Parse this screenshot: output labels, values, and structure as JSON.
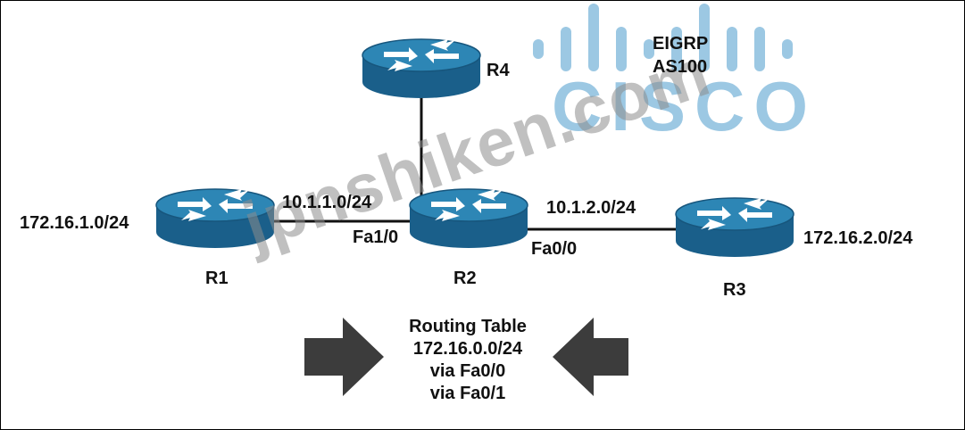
{
  "logo": {
    "text": "CISCO",
    "color": "#9cc8e3"
  },
  "watermark": "jpnshiken.com",
  "eigrp": {
    "line1": "EIGRP",
    "line2": "AS100"
  },
  "routers": [
    {
      "id": "r1",
      "name": "R1"
    },
    {
      "id": "r2",
      "name": "R2"
    },
    {
      "id": "r3",
      "name": "R3"
    },
    {
      "id": "r4",
      "name": "R4"
    }
  ],
  "links": {
    "r1_r2_net": "10.1.1.0/24",
    "r2_r3_net": "10.1.2.0/24",
    "r2_fa1_0": "Fa1/0",
    "r2_fa0_0": "Fa0/0"
  },
  "lans": {
    "r1": "172.16.1.0/24",
    "r3": "172.16.2.0/24"
  },
  "routing_table": {
    "title": "Routing Table",
    "route": "172.16.0.0/24",
    "via1": "via Fa0/0",
    "via2": "via Fa0/1"
  },
  "colors": {
    "router_top": "#2d86b5",
    "router_body": "#1a5f8a",
    "arrow": "#3c3c3c"
  }
}
